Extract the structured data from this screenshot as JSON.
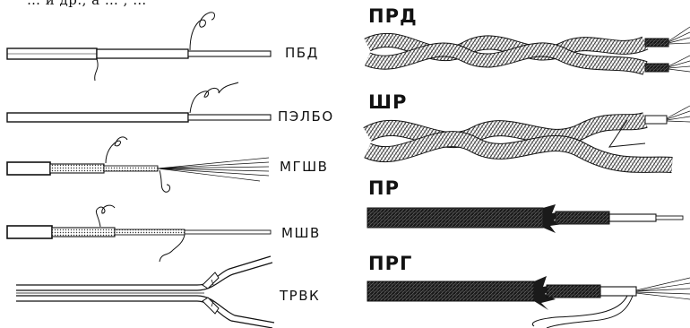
{
  "header_text": "… и др., а … ,  …",
  "left_wires": [
    {
      "id": "pbd",
      "label": "ПБД"
    },
    {
      "id": "pelbo",
      "label": "ПЭЛБО"
    },
    {
      "id": "mgshv",
      "label": "МГШВ"
    },
    {
      "id": "mshv",
      "label": "МШВ"
    },
    {
      "id": "trvk",
      "label": "ТРВК"
    }
  ],
  "right_wires": [
    {
      "id": "prd",
      "label": "ПРД"
    },
    {
      "id": "shr",
      "label": "ШР"
    },
    {
      "id": "pr",
      "label": "ПР"
    },
    {
      "id": "prg",
      "label": "ПРГ"
    }
  ]
}
